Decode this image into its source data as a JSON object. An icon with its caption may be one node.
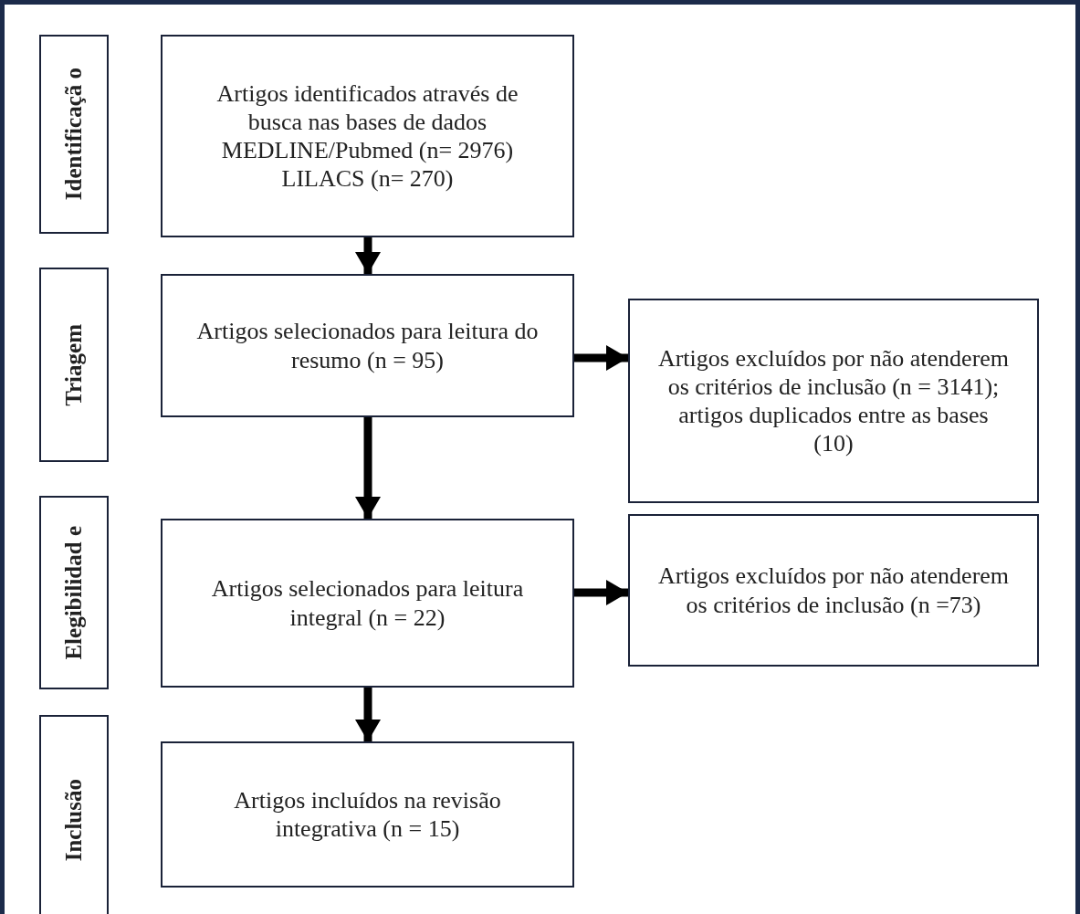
{
  "diagram": {
    "nodes": [
      {
        "text": [
          "Identificaçã o"
        ]
      },
      {
        "text": [
          "Artigos identificados através de busca nas bases de dados MEDLINE/Pubmed (n= 2976) LILACS (n= 270)"
        ]
      },
      {
        "text": [
          "Triagem"
        ]
      },
      {
        "text": [
          "Artigos selecionados para leitura do resumo (n = 95)"
        ]
      },
      {
        "text": [
          "Artigos excluídos por não atenderem os critérios de inclusão (n = 3141); artigos duplicados entre as bases (10)"
        ]
      },
      {
        "text": [
          "Elegibilidad e"
        ]
      },
      {
        "text": [
          "Artigos selecionados para leitura integral (n = 22)"
        ]
      },
      {
        "text": [
          "Artigos excluídos por não atenderem os critérios de inclusão (n =73)"
        ]
      },
      {
        "text": [
          "Inclusão"
        ]
      },
      {
        "text": [
          "Artigos incluídos na revisão integrativa (n = 15)"
        ]
      }
    ],
    "edges": [
      {
        "from": 1,
        "to": 3,
        "arrow": "to"
      },
      {
        "from": 3,
        "to": 4,
        "arrow": "to"
      },
      {
        "from": 3,
        "to": 6,
        "arrow": "to"
      },
      {
        "from": 6,
        "to": 7,
        "arrow": "to"
      },
      {
        "from": 6,
        "to": 9,
        "arrow": "to"
      }
    ]
  }
}
